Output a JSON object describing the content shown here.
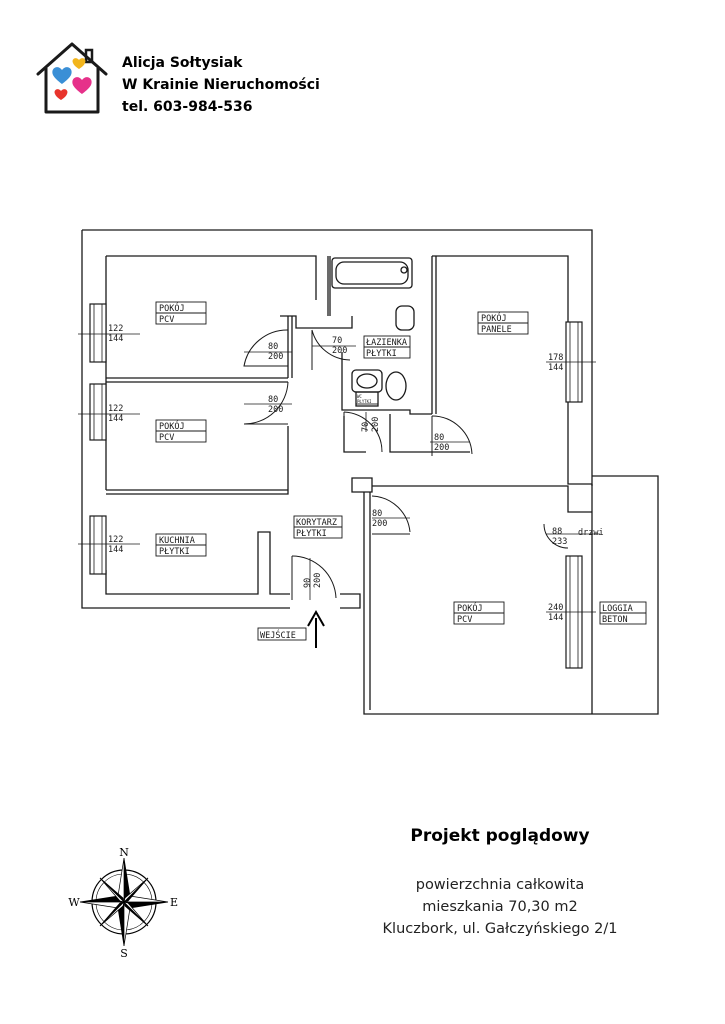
{
  "header": {
    "logo_icon": "house-hearts-icon",
    "name": "Alicja Sołtysiak",
    "company": "W Krainie Nieruchomości",
    "phone": "tel. 603-984-536"
  },
  "rooms": {
    "pokoj1": {
      "name": "POKÓJ",
      "floor": "PCV"
    },
    "pokoj2": {
      "name": "POKÓJ",
      "floor": "PCV"
    },
    "kuchnia": {
      "name": "KUCHNIA",
      "floor": "PŁYTKI"
    },
    "lazienka": {
      "name": "ŁAZIENKA",
      "floor": "PŁYTKI"
    },
    "wc": {
      "name": "WC",
      "floor": "PŁYTKI"
    },
    "pokoj3": {
      "name": "POKÓJ",
      "floor": "PANELE"
    },
    "korytarz": {
      "name": "KORYTARZ",
      "floor": "PŁYTKI"
    },
    "pokoj4": {
      "name": "POKÓJ",
      "floor": "PCV"
    },
    "loggia": {
      "name": "LOGGIA",
      "floor": "BETON"
    }
  },
  "windows": {
    "w1": {
      "width": "122",
      "height": "144"
    },
    "w2": {
      "width": "122",
      "height": "144"
    },
    "w3": {
      "width": "122",
      "height": "144"
    },
    "w4": {
      "width": "178",
      "height": "144"
    },
    "w5": {
      "width": "240",
      "height": "144"
    }
  },
  "doors": {
    "d1": {
      "width": "80",
      "height": "200"
    },
    "d2": {
      "width": "80",
      "height": "200"
    },
    "d3": {
      "width": "70",
      "height": "200"
    },
    "d4": {
      "width": "70",
      "height": "200"
    },
    "d5": {
      "width": "80",
      "height": "200"
    },
    "d6": {
      "width": "80",
      "height": "200"
    },
    "d7": {
      "width": "90",
      "height": "200"
    },
    "d8": {
      "width": "88",
      "height": "233",
      "note": "drzwi"
    }
  },
  "entrance_label": "WEJŚCIE",
  "caption": {
    "title": "Projekt poglądowy",
    "line1": "powierzchnia całkowita",
    "line2": "mieszkania 70,30 m2",
    "line3": "Kluczbork, ul. Gałczyńskiego 2/1"
  },
  "compass": {
    "n": "N",
    "s": "S",
    "e": "E",
    "w": "W"
  },
  "colors": {
    "wall": "#1a1a1a",
    "heart_blue": "#3a8fd6",
    "heart_yellow": "#f2b51d",
    "heart_pink": "#e6318a",
    "heart_red": "#e8342c"
  }
}
